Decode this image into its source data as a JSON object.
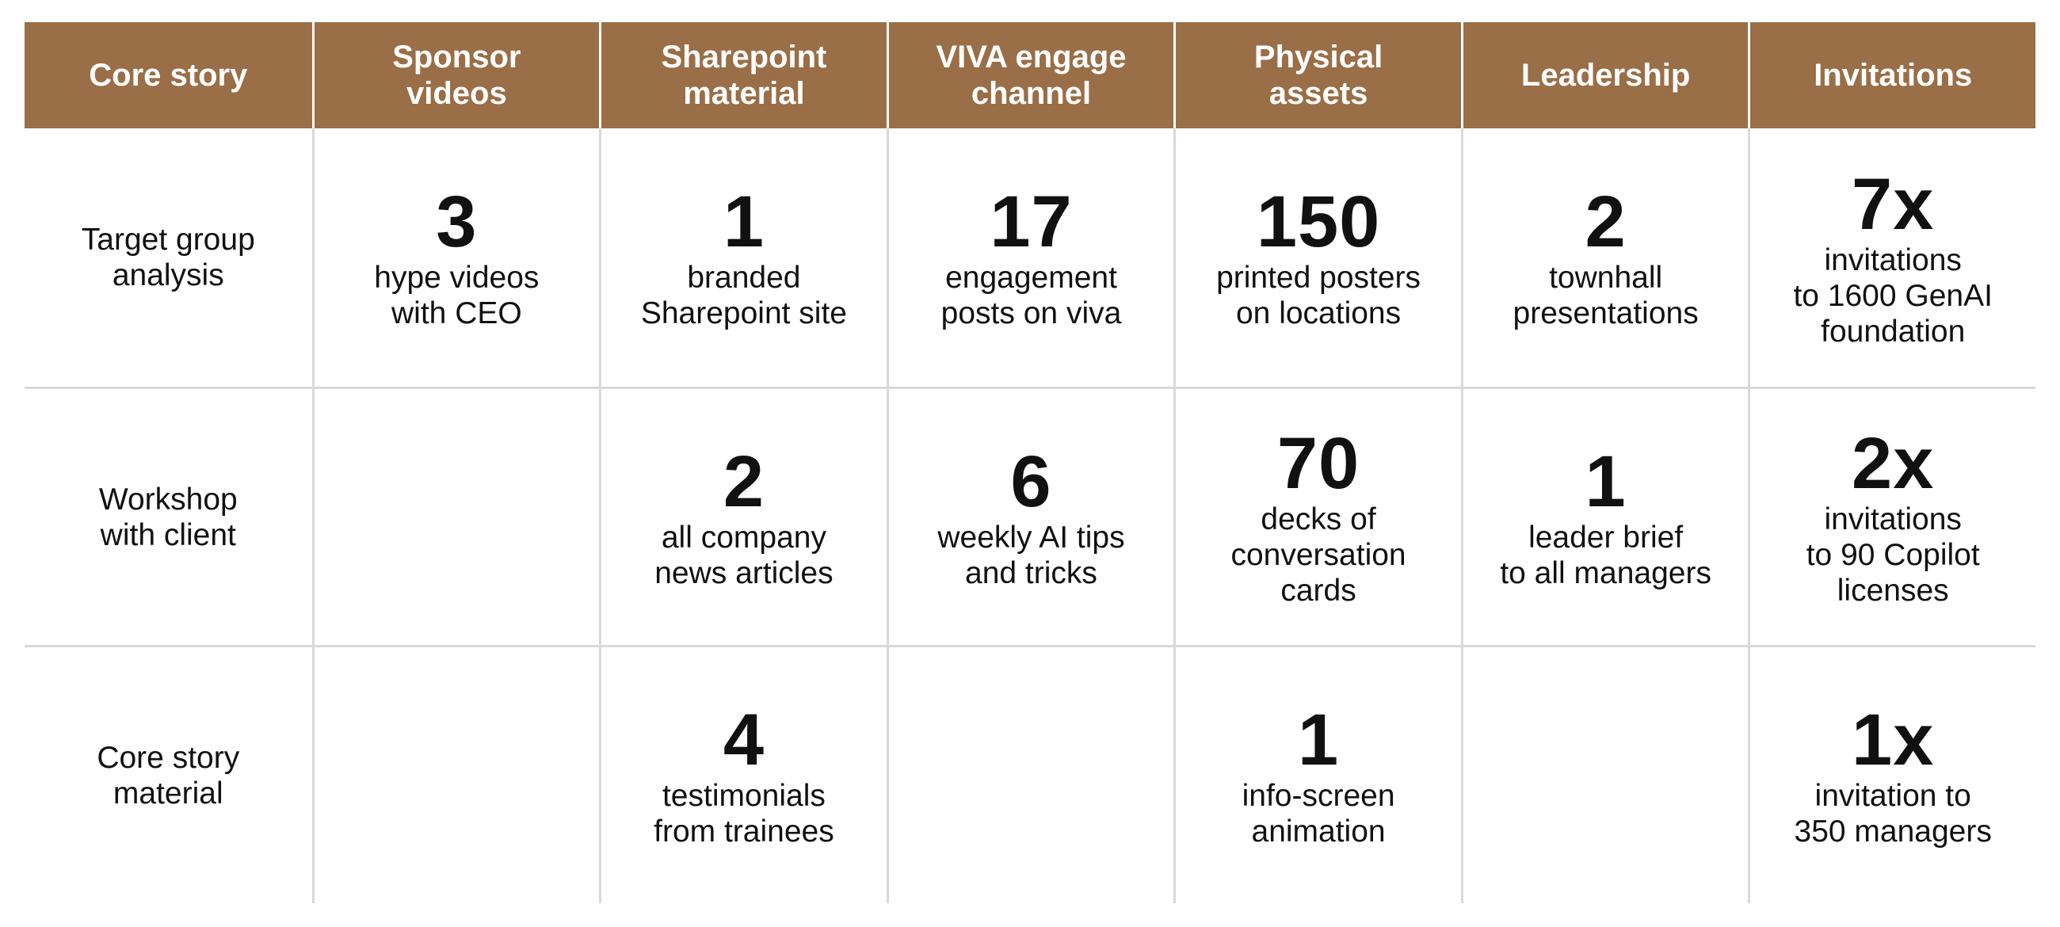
{
  "header": [
    "Core story",
    "Sponsor\nvideos",
    "Sharepoint\nmaterial",
    "VIVA engage\nchannel",
    "Physical\nassets",
    "Leadership",
    "Invitations"
  ],
  "rows": [
    {
      "label": "Target group\nanalysis",
      "cells": [
        {
          "number": "3",
          "text": "hype videos\nwith CEO"
        },
        {
          "number": "1",
          "text": "branded\nSharepoint site"
        },
        {
          "number": "17",
          "text": "engagement\nposts on viva"
        },
        {
          "number": "150",
          "text": "printed posters\non locations"
        },
        {
          "number": "2",
          "text": "townhall\npresentations"
        },
        {
          "number": "7x",
          "text": "invitations\nto 1600 GenAI\nfoundation"
        }
      ]
    },
    {
      "label": "Workshop\nwith client",
      "cells": [
        {
          "number": "",
          "text": ""
        },
        {
          "number": "2",
          "text": "all company\nnews articles"
        },
        {
          "number": "6",
          "text": "weekly AI tips\nand tricks"
        },
        {
          "number": "70",
          "text": "decks of\nconversation\ncards"
        },
        {
          "number": "1",
          "text": "leader brief\nto all managers"
        },
        {
          "number": "2x",
          "text": "invitations\nto 90 Copilot\nlicenses"
        }
      ]
    },
    {
      "label": "Core story\nmaterial",
      "cells": [
        {
          "number": "",
          "text": ""
        },
        {
          "number": "4",
          "text": "testimonials\nfrom trainees"
        },
        {
          "number": "",
          "text": ""
        },
        {
          "number": "1",
          "text": "info-screen\nanimation"
        },
        {
          "number": "",
          "text": ""
        },
        {
          "number": "1x",
          "text": "invitation to\n350 managers"
        }
      ]
    }
  ]
}
